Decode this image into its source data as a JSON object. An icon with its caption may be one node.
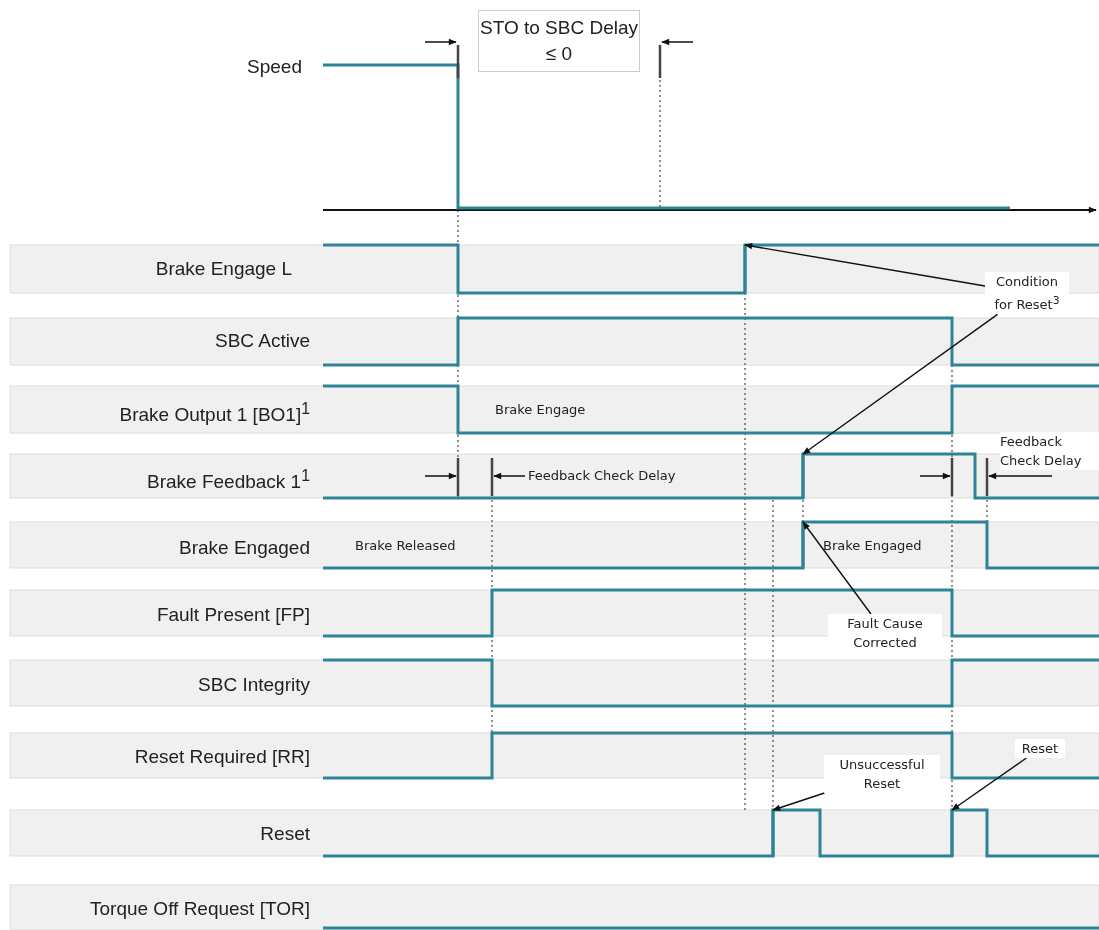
{
  "diagram": {
    "nodes": [
      {
        "text": [
          "Condition for Reset$^{3}$"
        ]
      },
      {
        "text": [
          "Fault Cause Corrected"
        ]
      },
      {
        "text": [
          "Unsuccessful Reset"
        ]
      },
      {
        "text": [
          "Reset"
        ]
      },
      {
        "text": [],
        "shape": "line"
      },
      {
        "text": [],
        "shape": "line"
      },
      {
        "text": [],
        "shape": "line"
      },
      {
        "text": [],
        "shape": "line"
      },
      {
        "text": [],
        "shape": "line"
      }
    ],
    "edges": [
      {
        "from": 0,
        "to": 4,
        "arrow": "to"
      },
      {
        "from": 0,
        "to": 5,
        "arrow": "to"
      },
      {
        "from": 1,
        "to": 6,
        "arrow": "to"
      },
      {
        "from": 2,
        "to": 7,
        "arrow": "to"
      },
      {
        "from": 3,
        "to": 8,
        "arrow": "to"
      }
    ],
    "labels": [
      "STO to SBC Delay ≤ 0",
      "Speed",
      "Brake Engage L",
      "SBC Active",
      "Brake Output 1 [BO1]$^{1}$",
      "Brake Engage",
      "Brake Feedback 1$^{1}$",
      "Feedback Check Delay",
      "Feedback Check Delay",
      "Brake Engaged",
      "Brake Released",
      "Brake Engaged",
      "Fault Present [FP]",
      "SBC Integrity",
      "Reset Required [RR]",
      "Reset",
      "Torque Off Request [TOR]"
    ]
  }
}
